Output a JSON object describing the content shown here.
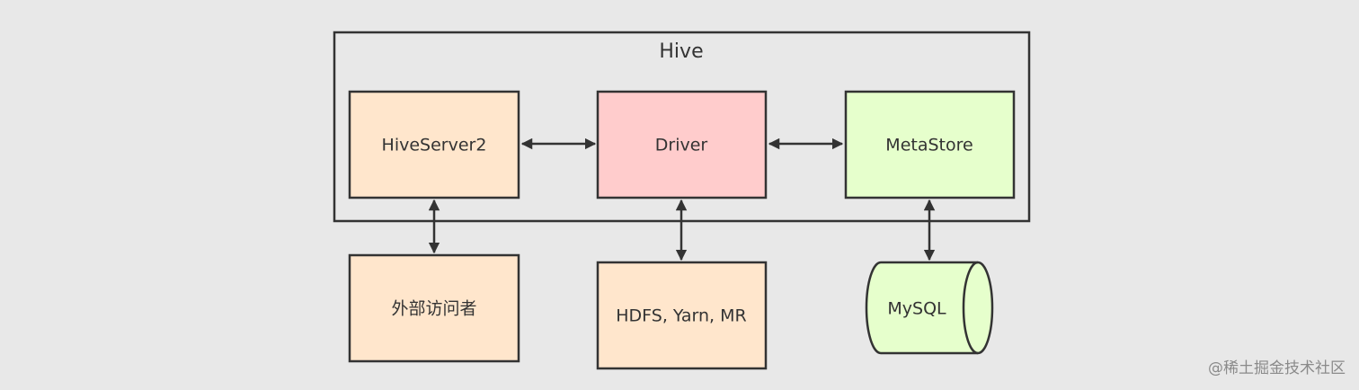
{
  "diagram": {
    "container": {
      "title": "Hive"
    },
    "nodes": {
      "hiveserver2": {
        "label": "HiveServer2",
        "fill": "#ffe6cc"
      },
      "driver": {
        "label": "Driver",
        "fill": "#ffcccc"
      },
      "metastore": {
        "label": "MetaStore",
        "fill": "#e6ffcc"
      },
      "external_visitor": {
        "label": "外部访问者",
        "fill": "#ffe6cc"
      },
      "hdfs_yarn_mr": {
        "label": "HDFS, Yarn, MR",
        "fill": "#ffe6cc"
      },
      "mysql": {
        "label": "MySQL",
        "fill": "#e6ffcc"
      }
    },
    "edges": [
      {
        "from": "HiveServer2",
        "to": "Driver",
        "direction": "bidirectional"
      },
      {
        "from": "Driver",
        "to": "MetaStore",
        "direction": "bidirectional"
      },
      {
        "from": "HiveServer2",
        "to": "外部访问者",
        "direction": "bidirectional"
      },
      {
        "from": "Driver",
        "to": "HDFS, Yarn, MR",
        "direction": "bidirectional"
      },
      {
        "from": "MetaStore",
        "to": "MySQL",
        "direction": "bidirectional"
      }
    ],
    "colors": {
      "background": "#e8e8e8",
      "stroke": "#333333",
      "text": "#333333"
    }
  },
  "watermark": {
    "text": "@稀土掘金技术社区"
  }
}
